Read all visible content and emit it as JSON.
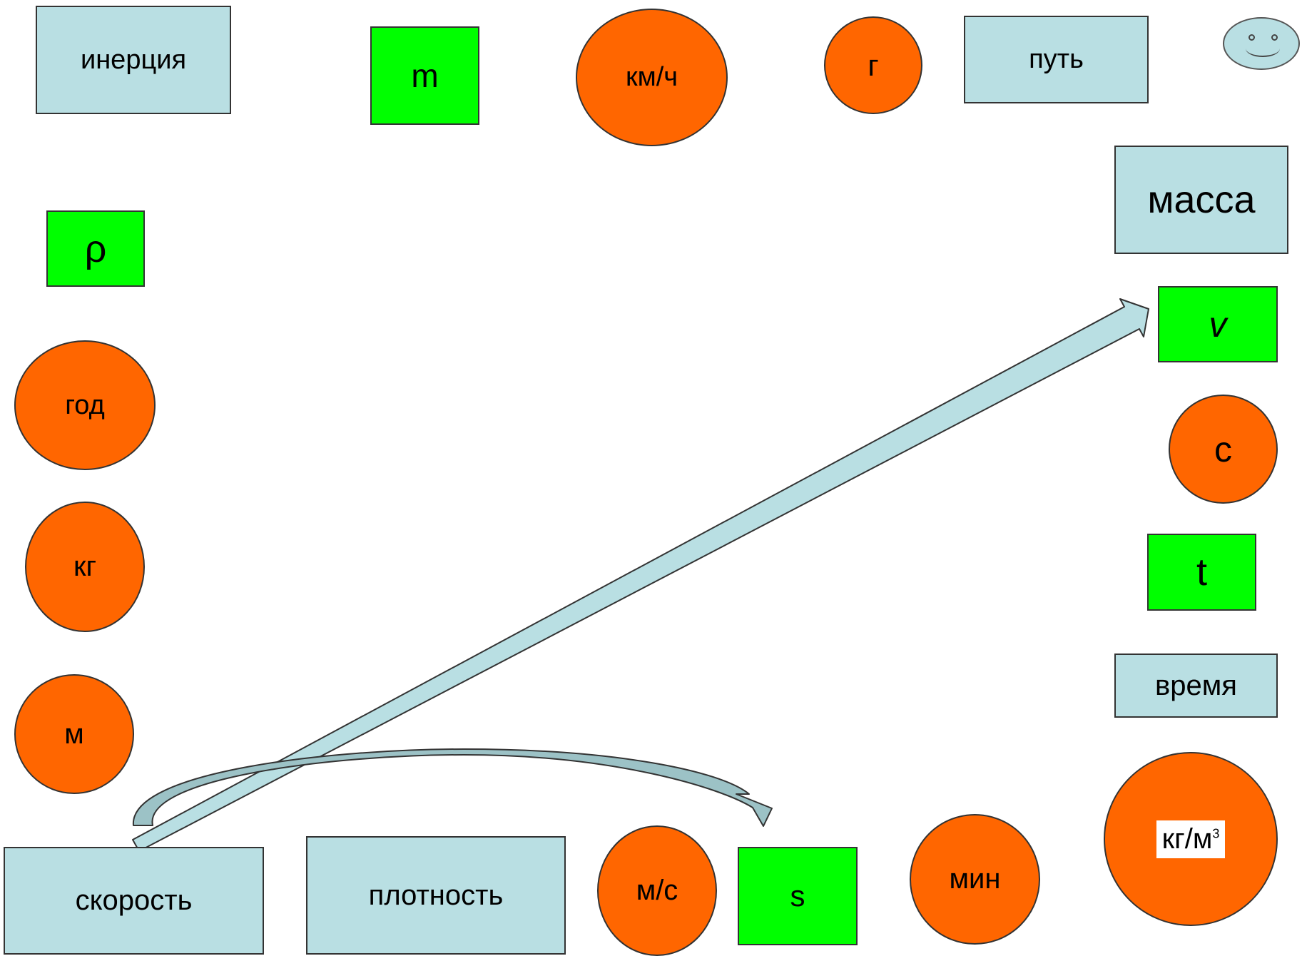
{
  "terms": {
    "inertia": "инерция",
    "path": "путь",
    "mass": "масса",
    "time": "время",
    "speed": "скорость",
    "density": "плотность"
  },
  "symbols": {
    "m": "m",
    "rho": "ρ",
    "v": "v",
    "t": "t",
    "s": "s"
  },
  "units": {
    "km_h": "км/ч",
    "g": "г",
    "year": "год",
    "kg": "кг",
    "meter": "м",
    "second": "с",
    "kg_m3_base": "кг/м",
    "kg_m3_exp": "3",
    "m_s": "м/с",
    "minute": "мин"
  },
  "colors": {
    "term_fill": "#b9dfe3",
    "symbol_fill": "#00ff00",
    "unit_fill": "#ff6600",
    "arrow_fill": "#b9dfe3"
  },
  "icons": {
    "smiley": "smiley-face-icon"
  }
}
